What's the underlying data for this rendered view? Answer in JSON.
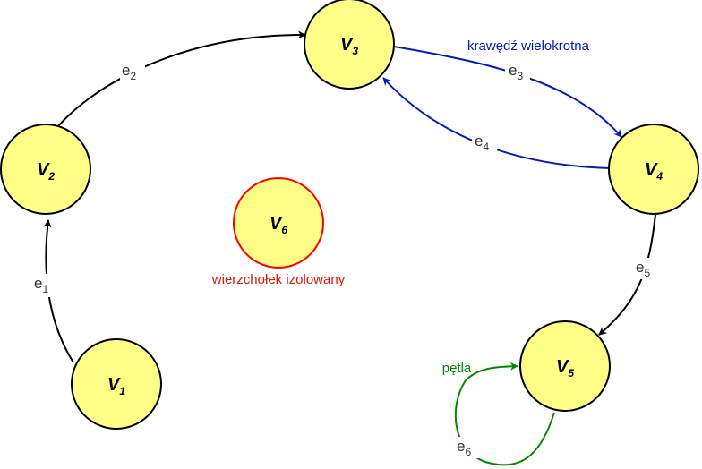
{
  "nodes": [
    {
      "id": "v1",
      "letter": "V",
      "index": "1"
    },
    {
      "id": "v2",
      "letter": "V",
      "index": "2"
    },
    {
      "id": "v3",
      "letter": "V",
      "index": "3"
    },
    {
      "id": "v4",
      "letter": "V",
      "index": "4"
    },
    {
      "id": "v5",
      "letter": "V",
      "index": "5"
    },
    {
      "id": "v6",
      "letter": "V",
      "index": "6"
    }
  ],
  "edges": [
    {
      "id": "e1",
      "letter": "e",
      "index": "1",
      "from": "v1",
      "to": "v2"
    },
    {
      "id": "e2",
      "letter": "e",
      "index": "2",
      "from": "v2",
      "to": "v3"
    },
    {
      "id": "e3",
      "letter": "e",
      "index": "3",
      "from": "v3",
      "to": "v4"
    },
    {
      "id": "e4",
      "letter": "e",
      "index": "4",
      "from": "v4",
      "to": "v3"
    },
    {
      "id": "e5",
      "letter": "e",
      "index": "5",
      "from": "v4",
      "to": "v5"
    },
    {
      "id": "e6",
      "letter": "e",
      "index": "6",
      "from": "v5",
      "to": "v5"
    }
  ],
  "annotations": {
    "multi_edge": "krawędź wielokrotna",
    "isolated_vertex": "wierzchołek izolowany",
    "loop": "pętla"
  },
  "colors": {
    "node_fill": "#ffff88",
    "node_stroke": "#000000",
    "isolated_stroke": "#ff0000",
    "edge_default": "#000000",
    "edge_multi": "#001dbc",
    "edge_loop": "#008a00",
    "annot_multi": "#001dbc",
    "annot_isolated": "#e51400",
    "annot_loop": "#008a00"
  }
}
